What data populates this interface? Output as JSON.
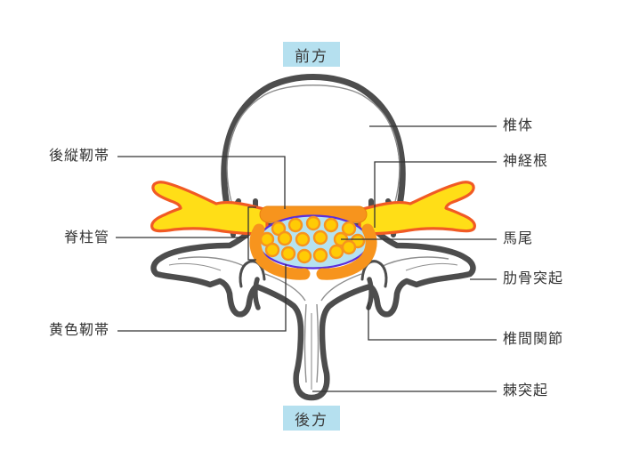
{
  "orientation": {
    "front": "前方",
    "back": "後方"
  },
  "labels": {
    "left": [
      {
        "name": "posterior-longitudinal-ligament",
        "text": "後縦靭帯"
      },
      {
        "name": "spinal-canal",
        "text": "脊柱管"
      },
      {
        "name": "yellow-ligament",
        "text": "黄色靭帯"
      }
    ],
    "right": [
      {
        "name": "vertebral-body",
        "text": "椎体"
      },
      {
        "name": "nerve-root",
        "text": "神経根"
      },
      {
        "name": "cauda-equina",
        "text": "馬尾"
      },
      {
        "name": "costal-process",
        "text": "肋骨突起"
      },
      {
        "name": "facet-joint",
        "text": "椎間関節"
      },
      {
        "name": "spinous-process",
        "text": "棘突起"
      }
    ]
  },
  "palette": {
    "outline": "#4D4D4D",
    "thin_line": "#8F8F8F",
    "leader_line": "#333333",
    "ligament_orange": "#F7941D",
    "nerve_outline_orange": "#F15A24",
    "nerve_yellow": "#FFDE17",
    "dot_yellow": "#FFCB05",
    "canal_fill": "#B5E2F0",
    "canal_border": "#5B2EDC",
    "direction_box_bg": "#B5E0EF",
    "text": "#333333",
    "background": "#FFFFFF"
  }
}
